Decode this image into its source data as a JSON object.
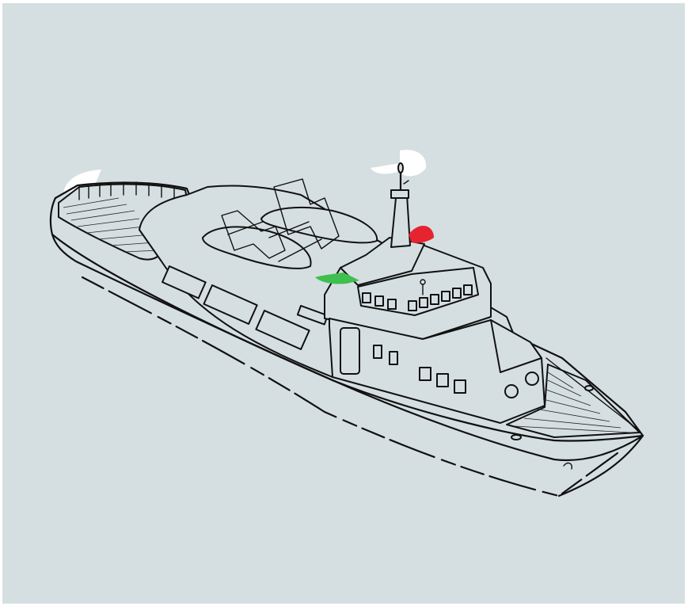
{
  "colors": {
    "background": "#d5dfe1",
    "outline": "#111111",
    "starboard_light": "#3fbf4f",
    "port_light": "#e5242f",
    "white_light": "#ffffff"
  },
  "lights": [
    {
      "name": "stern-light",
      "color": "white"
    },
    {
      "name": "masthead-light",
      "color": "white"
    },
    {
      "name": "starboard-sidelight",
      "color": "green"
    },
    {
      "name": "port-sidelight",
      "color": "red"
    }
  ]
}
